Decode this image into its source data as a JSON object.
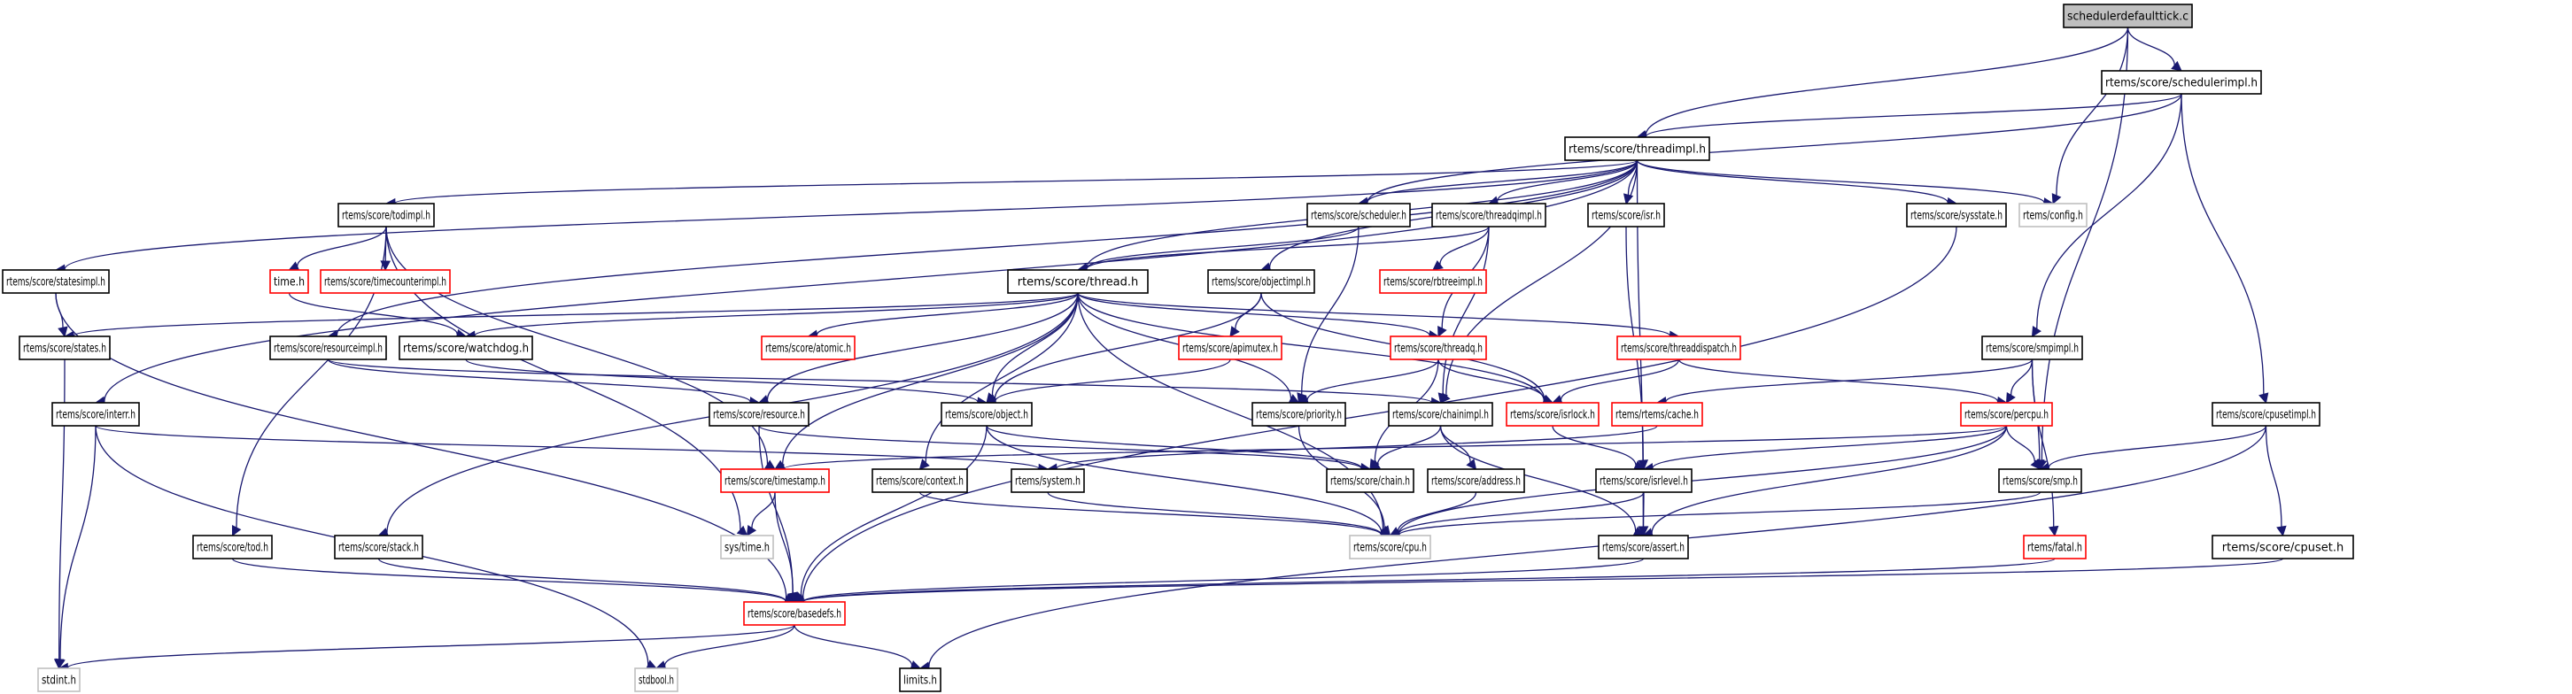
{
  "title": "schedulerdefaulttick.c include dependency graph",
  "colors": {
    "edge": "#191970",
    "root_fill": "#bfbfbf",
    "normal_border": "#000000",
    "truncated_border": "#ff0000",
    "external_border": "#bfbfbf"
  },
  "nodes": [
    {
      "id": "root",
      "label": "schedulerdefaulttick.c",
      "kind": "root"
    },
    {
      "id": "schedulerimpl",
      "label": "rtems/score/schedulerimpl.h",
      "kind": "normal"
    },
    {
      "id": "threadimpl",
      "label": "rtems/score/threadimpl.h",
      "kind": "normal"
    },
    {
      "id": "todimpl",
      "label": "rtems/score/todimpl.h",
      "kind": "normal"
    },
    {
      "id": "scheduler",
      "label": "rtems/score/scheduler.h",
      "kind": "normal"
    },
    {
      "id": "threadqimpl",
      "label": "rtems/score/threadqimpl.h",
      "kind": "normal"
    },
    {
      "id": "isr",
      "label": "rtems/score/isr.h",
      "kind": "normal"
    },
    {
      "id": "sysstate",
      "label": "rtems/score/sysstate.h",
      "kind": "normal"
    },
    {
      "id": "config",
      "label": "rtems/config.h",
      "kind": "external"
    },
    {
      "id": "statesimpl",
      "label": "rtems/score/statesimpl.h",
      "kind": "normal"
    },
    {
      "id": "time",
      "label": "time.h",
      "kind": "truncated"
    },
    {
      "id": "timecounterimpl",
      "label": "rtems/score/timecounterimpl.h",
      "kind": "truncated"
    },
    {
      "id": "thread",
      "label": "rtems/score/thread.h",
      "kind": "normal"
    },
    {
      "id": "objectimpl",
      "label": "rtems/score/objectimpl.h",
      "kind": "normal"
    },
    {
      "id": "rbtreeimpl",
      "label": "rtems/score/rbtreeimpl.h",
      "kind": "truncated"
    },
    {
      "id": "states",
      "label": "rtems/score/states.h",
      "kind": "normal"
    },
    {
      "id": "resourceimpl",
      "label": "rtems/score/resourceimpl.h",
      "kind": "normal"
    },
    {
      "id": "watchdog",
      "label": "rtems/score/watchdog.h",
      "kind": "normal"
    },
    {
      "id": "atomic",
      "label": "rtems/score/atomic.h",
      "kind": "truncated"
    },
    {
      "id": "apimutex",
      "label": "rtems/score/apimutex.h",
      "kind": "truncated"
    },
    {
      "id": "threadq",
      "label": "rtems/score/threadq.h",
      "kind": "truncated"
    },
    {
      "id": "threaddispatch",
      "label": "rtems/score/threaddispatch.h",
      "kind": "truncated"
    },
    {
      "id": "smpimpl",
      "label": "rtems/score/smpimpl.h",
      "kind": "normal"
    },
    {
      "id": "interr",
      "label": "rtems/score/interr.h",
      "kind": "normal"
    },
    {
      "id": "resource",
      "label": "rtems/score/resource.h",
      "kind": "normal"
    },
    {
      "id": "object",
      "label": "rtems/score/object.h",
      "kind": "normal"
    },
    {
      "id": "priority",
      "label": "rtems/score/priority.h",
      "kind": "normal"
    },
    {
      "id": "chainimpl",
      "label": "rtems/score/chainimpl.h",
      "kind": "normal"
    },
    {
      "id": "isrlock",
      "label": "rtems/score/isrlock.h",
      "kind": "truncated"
    },
    {
      "id": "cache",
      "label": "rtems/rtems/cache.h",
      "kind": "truncated"
    },
    {
      "id": "percpu",
      "label": "rtems/score/percpu.h",
      "kind": "truncated"
    },
    {
      "id": "cpusetimpl",
      "label": "rtems/score/cpusetimpl.h",
      "kind": "normal"
    },
    {
      "id": "timestamp",
      "label": "rtems/score/timestamp.h",
      "kind": "truncated"
    },
    {
      "id": "context",
      "label": "rtems/score/context.h",
      "kind": "normal"
    },
    {
      "id": "system",
      "label": "rtems/system.h",
      "kind": "normal"
    },
    {
      "id": "chain",
      "label": "rtems/score/chain.h",
      "kind": "normal"
    },
    {
      "id": "address",
      "label": "rtems/score/address.h",
      "kind": "normal"
    },
    {
      "id": "isrlevel",
      "label": "rtems/score/isrlevel.h",
      "kind": "normal"
    },
    {
      "id": "smp",
      "label": "rtems/score/smp.h",
      "kind": "normal"
    },
    {
      "id": "systime",
      "label": "sys/time.h",
      "kind": "external"
    },
    {
      "id": "tod",
      "label": "rtems/score/tod.h",
      "kind": "normal"
    },
    {
      "id": "stack",
      "label": "rtems/score/stack.h",
      "kind": "normal"
    },
    {
      "id": "cpu",
      "label": "rtems/score/cpu.h",
      "kind": "external"
    },
    {
      "id": "assert",
      "label": "rtems/score/assert.h",
      "kind": "normal"
    },
    {
      "id": "fatal",
      "label": "rtems/fatal.h",
      "kind": "truncated"
    },
    {
      "id": "cpuset",
      "label": "rtems/score/cpuset.h",
      "kind": "normal"
    },
    {
      "id": "basedefs",
      "label": "rtems/score/basedefs.h",
      "kind": "truncated"
    },
    {
      "id": "stdint",
      "label": "stdint.h",
      "kind": "external"
    },
    {
      "id": "stdbool",
      "label": "stdbool.h",
      "kind": "external"
    },
    {
      "id": "limits",
      "label": "limits.h",
      "kind": "normal"
    }
  ],
  "edges": [
    [
      "root",
      "schedulerimpl"
    ],
    [
      "root",
      "threadimpl"
    ],
    [
      "root",
      "config"
    ],
    [
      "root",
      "smp"
    ],
    [
      "schedulerimpl",
      "threadimpl"
    ],
    [
      "schedulerimpl",
      "scheduler"
    ],
    [
      "schedulerimpl",
      "smpimpl"
    ],
    [
      "schedulerimpl",
      "cpusetimpl"
    ],
    [
      "threadimpl",
      "todimpl"
    ],
    [
      "threadimpl",
      "statesimpl"
    ],
    [
      "threadimpl",
      "interr"
    ],
    [
      "threadimpl",
      "scheduler"
    ],
    [
      "threadimpl",
      "threadqimpl"
    ],
    [
      "threadimpl",
      "isr"
    ],
    [
      "threadimpl",
      "sysstate"
    ],
    [
      "threadimpl",
      "config"
    ],
    [
      "threadimpl",
      "thread"
    ],
    [
      "threadimpl",
      "objectimpl"
    ],
    [
      "threadimpl",
      "resourceimpl"
    ],
    [
      "threadimpl",
      "chainimpl"
    ],
    [
      "threadimpl",
      "assert"
    ],
    [
      "todimpl",
      "time"
    ],
    [
      "todimpl",
      "timecounterimpl"
    ],
    [
      "todimpl",
      "tod"
    ],
    [
      "todimpl",
      "timestamp"
    ],
    [
      "todimpl",
      "systime"
    ],
    [
      "scheduler",
      "thread"
    ],
    [
      "scheduler",
      "priority"
    ],
    [
      "threadqimpl",
      "thread"
    ],
    [
      "threadqimpl",
      "rbtreeimpl"
    ],
    [
      "threadqimpl",
      "threadq"
    ],
    [
      "threadqimpl",
      "chainimpl"
    ],
    [
      "isr",
      "isrlevel"
    ],
    [
      "sysstate",
      "basedefs"
    ],
    [
      "statesimpl",
      "states"
    ],
    [
      "statesimpl",
      "basedefs"
    ],
    [
      "time",
      "watchdog"
    ],
    [
      "thread",
      "states"
    ],
    [
      "thread",
      "watchdog"
    ],
    [
      "thread",
      "atomic"
    ],
    [
      "thread",
      "resource"
    ],
    [
      "thread",
      "object"
    ],
    [
      "thread",
      "priority"
    ],
    [
      "thread",
      "threadq"
    ],
    [
      "thread",
      "isrlock"
    ],
    [
      "thread",
      "timestamp"
    ],
    [
      "thread",
      "context"
    ],
    [
      "thread",
      "stack"
    ],
    [
      "thread",
      "threaddispatch"
    ],
    [
      "thread",
      "cpu"
    ],
    [
      "objectimpl",
      "apimutex"
    ],
    [
      "objectimpl",
      "object"
    ],
    [
      "objectimpl",
      "isrlock"
    ],
    [
      "states",
      "stdint"
    ],
    [
      "resourceimpl",
      "resource"
    ],
    [
      "resourceimpl",
      "chainimpl"
    ],
    [
      "watchdog",
      "object"
    ],
    [
      "apimutex",
      "object"
    ],
    [
      "threadq",
      "priority"
    ],
    [
      "threadq",
      "isrlock"
    ],
    [
      "threadq",
      "chain"
    ],
    [
      "threaddispatch",
      "isrlock"
    ],
    [
      "threaddispatch",
      "percpu"
    ],
    [
      "smpimpl",
      "percpu"
    ],
    [
      "smpimpl",
      "cache"
    ],
    [
      "smpimpl",
      "smp"
    ],
    [
      "smpimpl",
      "fatal"
    ],
    [
      "interr",
      "system"
    ],
    [
      "interr",
      "stdint"
    ],
    [
      "interr",
      "stdbool"
    ],
    [
      "resource",
      "chain"
    ],
    [
      "resource",
      "basedefs"
    ],
    [
      "object",
      "chain"
    ],
    [
      "object",
      "basedefs"
    ],
    [
      "object",
      "cpu"
    ],
    [
      "priority",
      "cpu"
    ],
    [
      "chainimpl",
      "chain"
    ],
    [
      "chainimpl",
      "address"
    ],
    [
      "chainimpl",
      "assert"
    ],
    [
      "isrlock",
      "isrlevel"
    ],
    [
      "cache",
      "system"
    ],
    [
      "percpu",
      "timestamp"
    ],
    [
      "percpu",
      "isrlevel"
    ],
    [
      "percpu",
      "smp"
    ],
    [
      "percpu",
      "assert"
    ],
    [
      "percpu",
      "cpu"
    ],
    [
      "cpusetimpl",
      "smp"
    ],
    [
      "cpusetimpl",
      "cpuset"
    ],
    [
      "cpusetimpl",
      "limits"
    ],
    [
      "timestamp",
      "systime"
    ],
    [
      "timestamp",
      "basedefs"
    ],
    [
      "context",
      "cpu"
    ],
    [
      "system",
      "cpu"
    ],
    [
      "address",
      "cpu"
    ],
    [
      "isrlevel",
      "cpu"
    ],
    [
      "isrlevel",
      "assert"
    ],
    [
      "smp",
      "cpu"
    ],
    [
      "tod",
      "basedefs"
    ],
    [
      "stack",
      "basedefs"
    ],
    [
      "assert",
      "basedefs"
    ],
    [
      "fatal",
      "basedefs"
    ],
    [
      "cpuset",
      "basedefs"
    ],
    [
      "basedefs",
      "stdint"
    ],
    [
      "basedefs",
      "stdbool"
    ],
    [
      "basedefs",
      "limits"
    ]
  ]
}
